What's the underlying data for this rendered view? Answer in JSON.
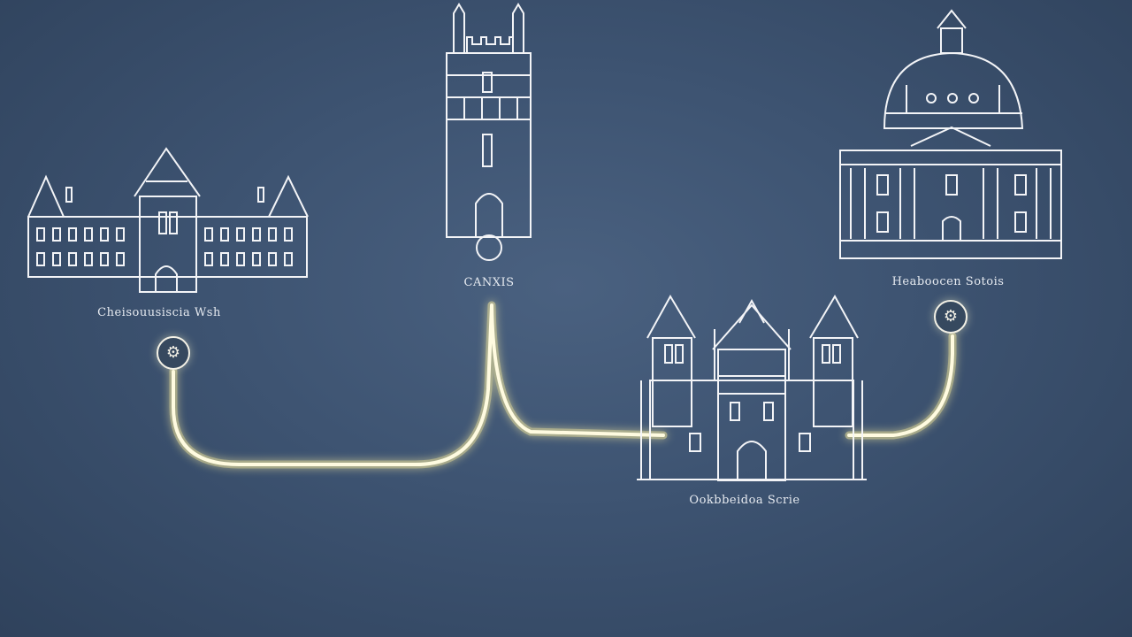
{
  "colors": {
    "background": "#3a4f6b",
    "line_art": "#f3f4f7",
    "path_glow": "#fff6b0"
  },
  "buildings": [
    {
      "name": "manor-building",
      "label": "Cheisouusiscia Wsh",
      "icon": "manor-building-icon"
    },
    {
      "name": "tower-building",
      "label": "CANXIS",
      "icon": "gothic-tower-icon"
    },
    {
      "name": "domed-building",
      "label": "Heaboocen Sotois",
      "icon": "domed-building-icon"
    },
    {
      "name": "castle-building",
      "label": "Ookbbeidoa Scrie",
      "icon": "castle-building-icon"
    }
  ],
  "nodes": [
    {
      "icon": "gear-icon"
    },
    {
      "icon": "gear-icon"
    }
  ]
}
